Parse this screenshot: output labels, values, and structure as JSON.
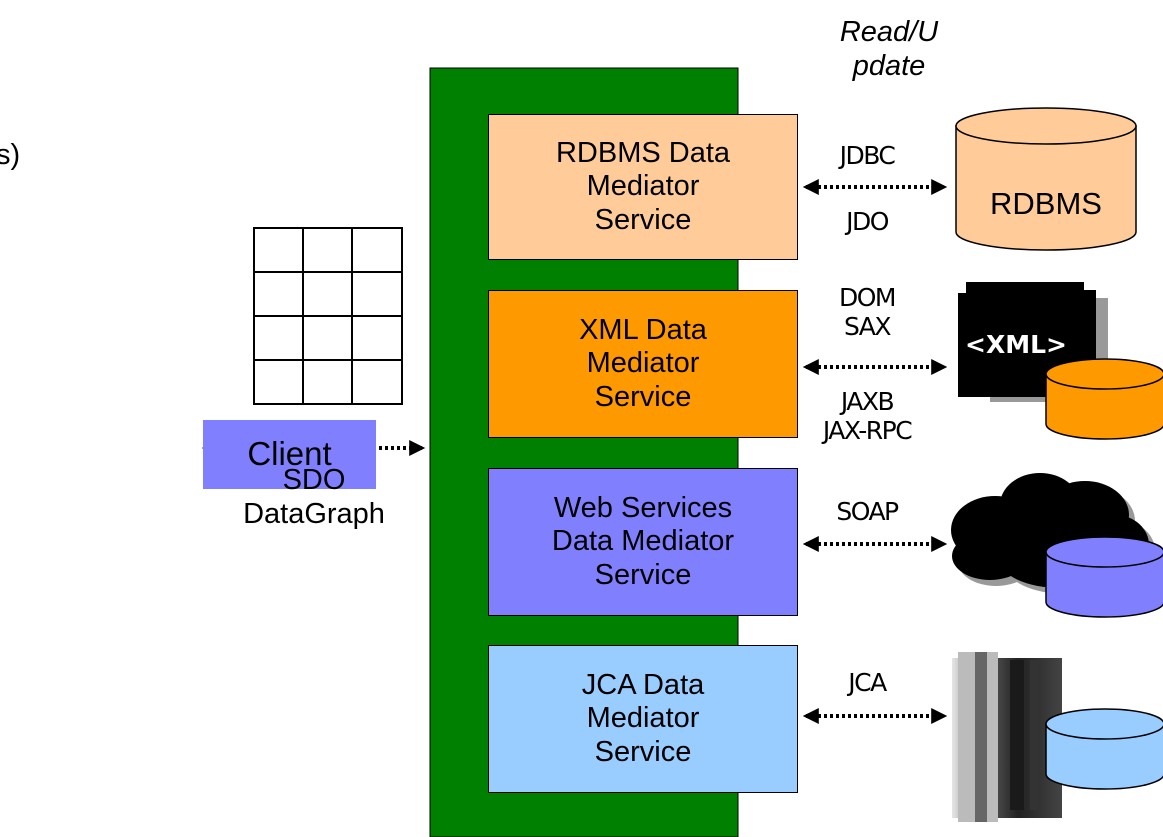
{
  "edge_fragment": "s)",
  "read_update": "Read/U\npdate",
  "client": {
    "label": "Client",
    "color": "#8080ff"
  },
  "client_link": {
    "label": "SDO\nDataGraph"
  },
  "bus_color": "#008000",
  "services": [
    {
      "label": "RDBMS Data\nMediator\nService",
      "color": "#ffcc99",
      "protocol_top": "JDBC",
      "protocol_bottom": "JDO",
      "store": "RDBMS"
    },
    {
      "label": "XML Data\nMediator\nService",
      "color": "#ff9900",
      "protocol_top": "DOM\nSAX",
      "protocol_bottom": "JAXB\nJAX-RPC",
      "store": "<XML>"
    },
    {
      "label": "Web Services\nData Mediator\nService",
      "color": "#8080ff",
      "protocol_top": "SOAP",
      "protocol_bottom": "",
      "store": ""
    },
    {
      "label": "JCA Data\nMediator\nService",
      "color": "#99ccff",
      "protocol_top": "JCA",
      "protocol_bottom": "",
      "store": ""
    }
  ]
}
